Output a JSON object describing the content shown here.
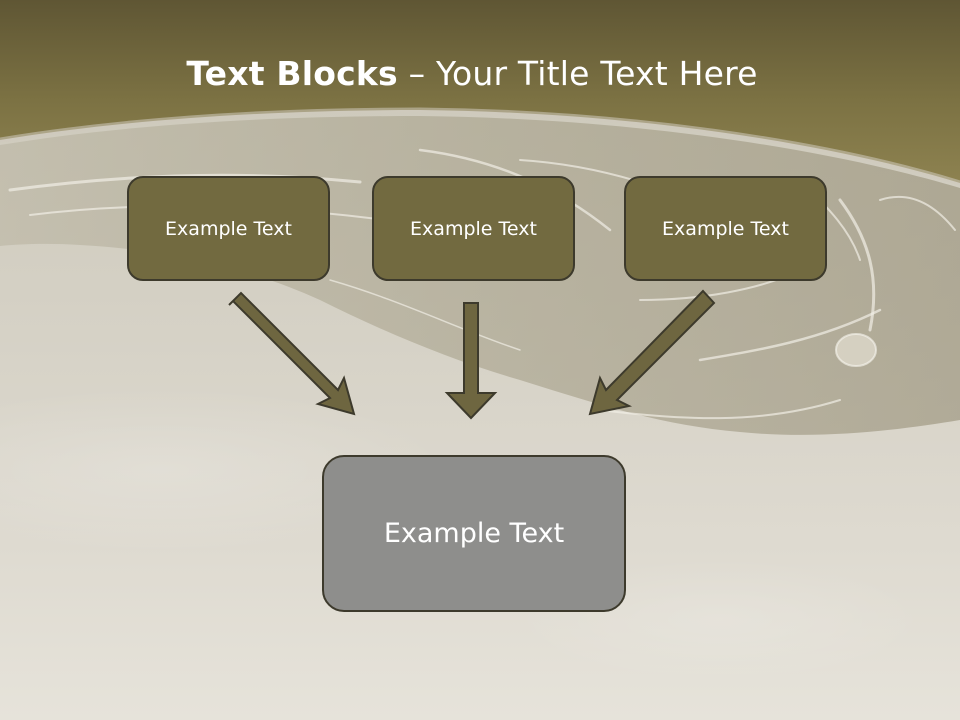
{
  "title": {
    "bold": "Text Blocks",
    "rest": " – Your Title Text Here"
  },
  "blocks": [
    {
      "label": "Example Text"
    },
    {
      "label": "Example Text"
    },
    {
      "label": "Example Text"
    }
  ],
  "target_block": {
    "label": "Example Text"
  },
  "colors": {
    "header_band": "#857a4a",
    "block_fill": "#726a40",
    "target_fill": "#8e8e8c",
    "arrow_fill": "#6e6640",
    "outline": "#3d3a2c"
  }
}
